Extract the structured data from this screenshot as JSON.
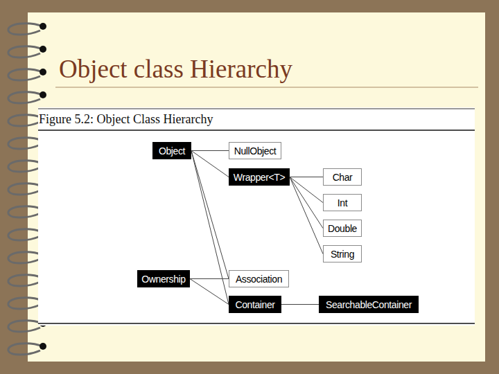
{
  "diagram": {
    "title": "Object class Hierarchy",
    "caption": "Figure 5.2: Object Class Hierarchy",
    "nodes": [
      {
        "text": [
          "Object"
        ]
      },
      {
        "text": [
          "NullObject"
        ]
      },
      {
        "text": [
          "Wrapper<T>"
        ]
      },
      {
        "text": [
          "Char"
        ]
      },
      {
        "text": [
          "Int"
        ]
      },
      {
        "text": [
          "Double"
        ]
      },
      {
        "text": [
          "String"
        ]
      },
      {
        "text": [
          "Ownership"
        ]
      },
      {
        "text": [
          "Association"
        ]
      },
      {
        "text": [
          "Container"
        ]
      },
      {
        "text": [
          "SearchableContainer"
        ]
      }
    ],
    "edges": [
      {
        "from": 0,
        "to": 1,
        "arrow": "none"
      },
      {
        "from": 0,
        "to": 2,
        "arrow": "none"
      },
      {
        "from": 0,
        "to": 8,
        "arrow": "none"
      },
      {
        "from": 0,
        "to": 9,
        "arrow": "none"
      },
      {
        "from": 2,
        "to": 3,
        "arrow": "none"
      },
      {
        "from": 2,
        "to": 4,
        "arrow": "none"
      },
      {
        "from": 2,
        "to": 5,
        "arrow": "none"
      },
      {
        "from": 2,
        "to": 6,
        "arrow": "none"
      },
      {
        "from": 7,
        "to": 8,
        "arrow": "none"
      },
      {
        "from": 7,
        "to": 9,
        "arrow": "none"
      },
      {
        "from": 9,
        "to": 10,
        "arrow": "none"
      }
    ]
  }
}
